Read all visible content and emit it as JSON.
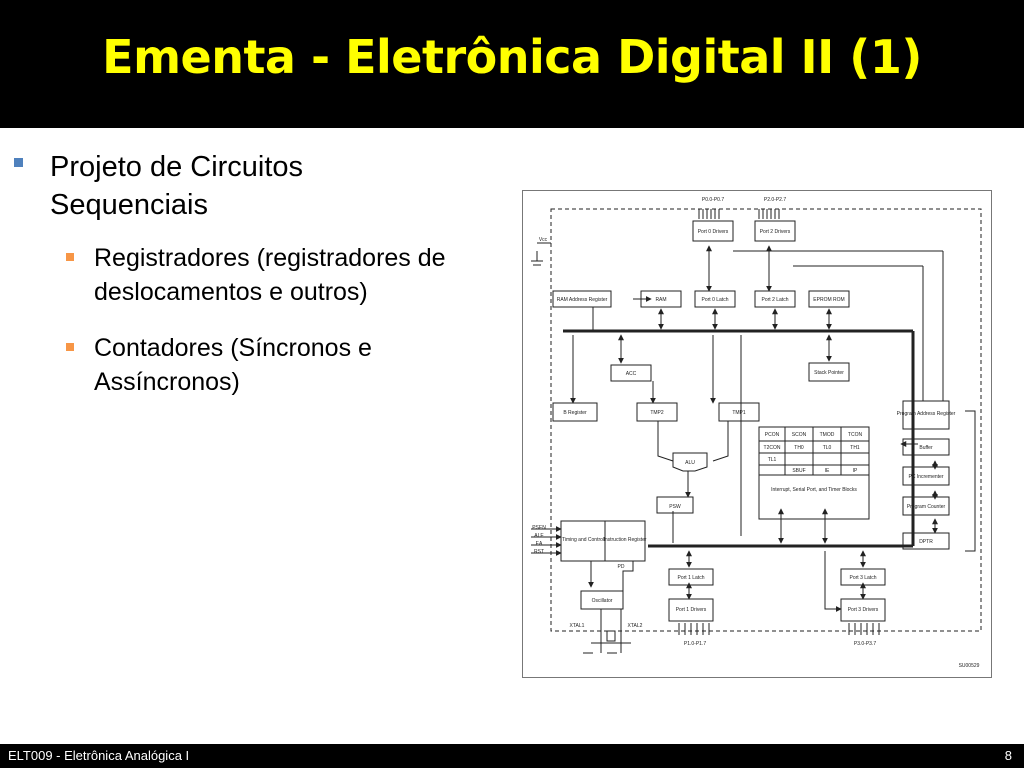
{
  "slide": {
    "title": "Ementa - Eletrônica Digital II (1)",
    "bullets": [
      {
        "text": "Projeto de Circuitos Sequenciais"
      },
      {
        "text": "Registradores (registradores de deslocamentos e outros)"
      },
      {
        "text": "Contadores (Síncronos e Assíncronos)"
      }
    ]
  },
  "diagram": {
    "labels": {
      "p0_pins": "P0.0-P0.7",
      "p2_pins": "P2.0-P2.7",
      "port0_drivers": "Port 0 Drivers",
      "port2_drivers": "Port 2 Drivers",
      "vcc": "Vcc",
      "ram_addr": "RAM Address Register",
      "ram": "RAM",
      "port0_latch": "Port 0 Latch",
      "port2_latch": "Port 2 Latch",
      "eprom": "EPROM ROM",
      "acc": "ACC",
      "stack_pointer": "Stack Pointer",
      "b_register": "B Register",
      "tmp2": "TMP2",
      "tmp1": "TMP1",
      "pcon": "PCON",
      "scon": "SCON",
      "tmod": "TMOD",
      "tcon": "TCON",
      "t2con": "T2CON",
      "th0": "TH0",
      "tl0": "TL0",
      "th1": "TH1",
      "tl1": "TL1",
      "sbuf": "SBUF",
      "ie": "IE",
      "ip": "IP",
      "interrupt": "Interrupt, Serial Port, and Timer Blocks",
      "alu": "ALU",
      "psw": "PSW",
      "timing": "Timing and Control",
      "instr": "Instruction Register",
      "pd": "PD",
      "psen": "PSEN",
      "ale": "ALE",
      "ea": "EA",
      "rst": "RST",
      "oscillator": "Oscillator",
      "xtal1": "XTAL1",
      "xtal2": "XTAL2",
      "port1_latch": "Port 1 Latch",
      "port3_latch": "Port 3 Latch",
      "port1_drivers": "Port 1 Drivers",
      "port3_drivers": "Port 3 Drivers",
      "p1_pins": "P1.0-P1.7",
      "p3_pins": "P3.0-P3.7",
      "program_addr": "Program Address Register",
      "buffer": "Buffer",
      "pc_incr": "PC Incrementer",
      "program_counter": "Program Counter",
      "dptr": "DPTR",
      "ref": "SU00529"
    }
  },
  "footer": {
    "course": "ELT009 - Eletrônica Analógica I",
    "page": "8"
  }
}
